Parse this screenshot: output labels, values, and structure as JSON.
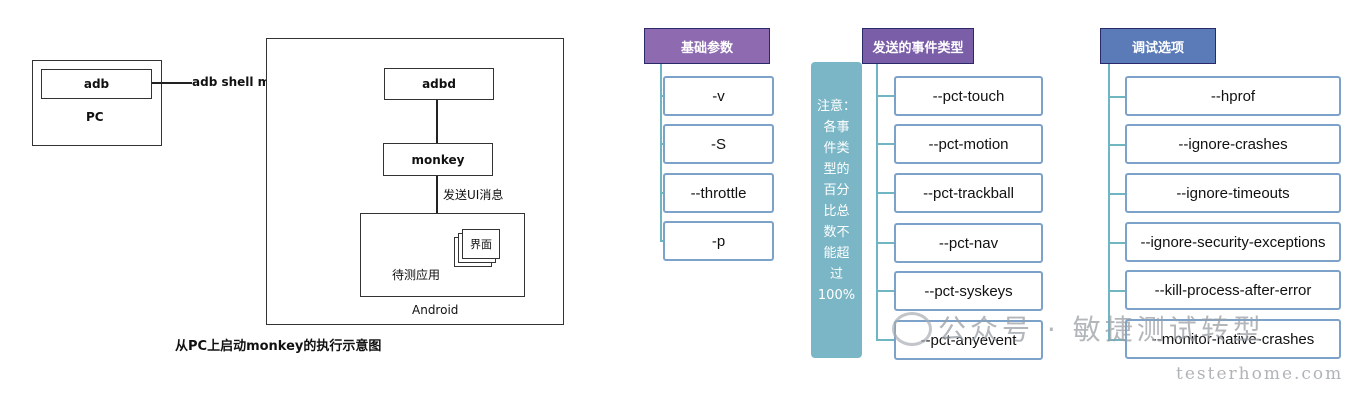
{
  "arch": {
    "pc_box_label": "adb",
    "pc_label": "PC",
    "link_label": "adb shell monkey",
    "adbd_label": "adbd",
    "monkey_label": "monkey",
    "send_label": "发送UI消息",
    "screen_label": "界面",
    "app_label": "待测应用",
    "android_label": "Android",
    "caption": "从PC上启动monkey的执行示意图"
  },
  "groups": {
    "basic": {
      "header": "基础参数",
      "header_color": "#8e6bb0",
      "items": [
        "-v",
        "-S",
        "--throttle",
        "-p"
      ]
    },
    "events": {
      "header": "发送的事件类型",
      "header_color": "#7a5ea8",
      "items": [
        "--pct-touch",
        "--pct-motion",
        "--pct-trackball",
        "--pct-nav",
        "--pct-syskeys",
        "--pct-anyevent"
      ]
    },
    "debug": {
      "header": "调试选项",
      "header_color": "#5a7bb8",
      "items": [
        "--hprof",
        "--ignore-crashes",
        "--ignore-timeouts",
        "--ignore-security-exceptions",
        "--kill-process-after-error",
        "--monitor-native-crashes"
      ]
    }
  },
  "note": {
    "lines": [
      "注意：",
      "各事",
      "件类",
      "型的",
      "百分",
      "比总",
      "数不",
      "能超",
      "过",
      "100%"
    ],
    "color": "#7ab6c6"
  },
  "watermark": {
    "text": "公众号 · 敏捷测试转型",
    "site": "testerhome.com"
  }
}
